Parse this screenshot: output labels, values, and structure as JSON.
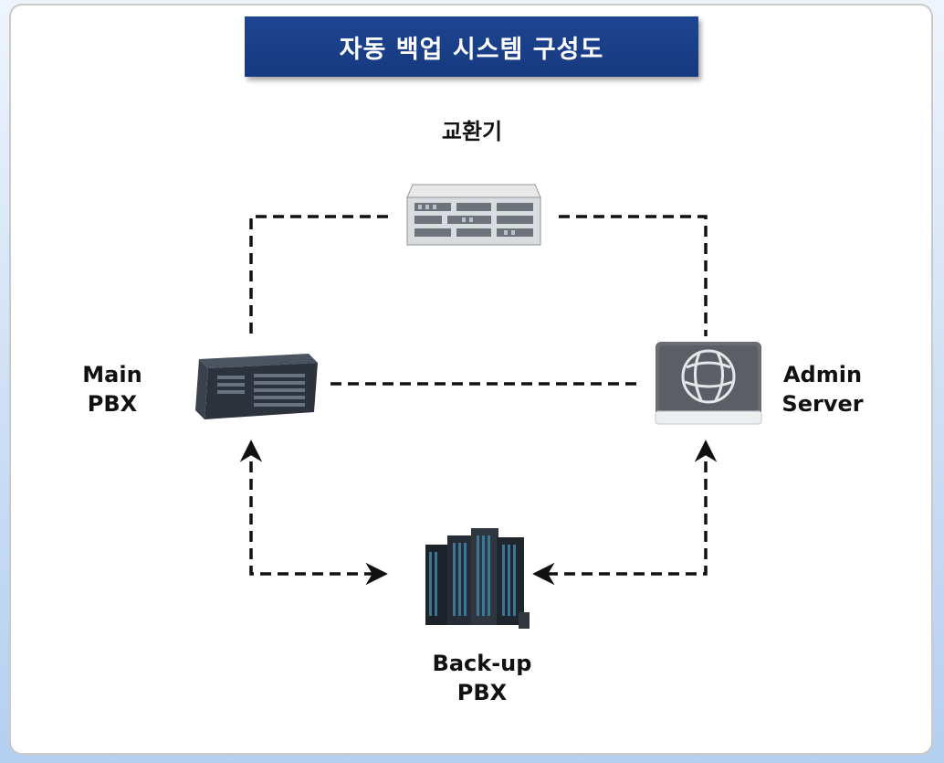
{
  "title": "자동 백업 시스템 구성도",
  "nodes": {
    "exchange": {
      "label": "교환기"
    },
    "main_pbx": {
      "label_line1": "Main",
      "label_line2": "PBX"
    },
    "admin_server": {
      "label_line1": "Admin",
      "label_line2": "Server"
    },
    "backup_pbx": {
      "label_line1": "Back-up",
      "label_line2": "PBX"
    }
  },
  "colors": {
    "banner": "#1e4592",
    "line": "#111111",
    "background": "#c9ddf5"
  }
}
